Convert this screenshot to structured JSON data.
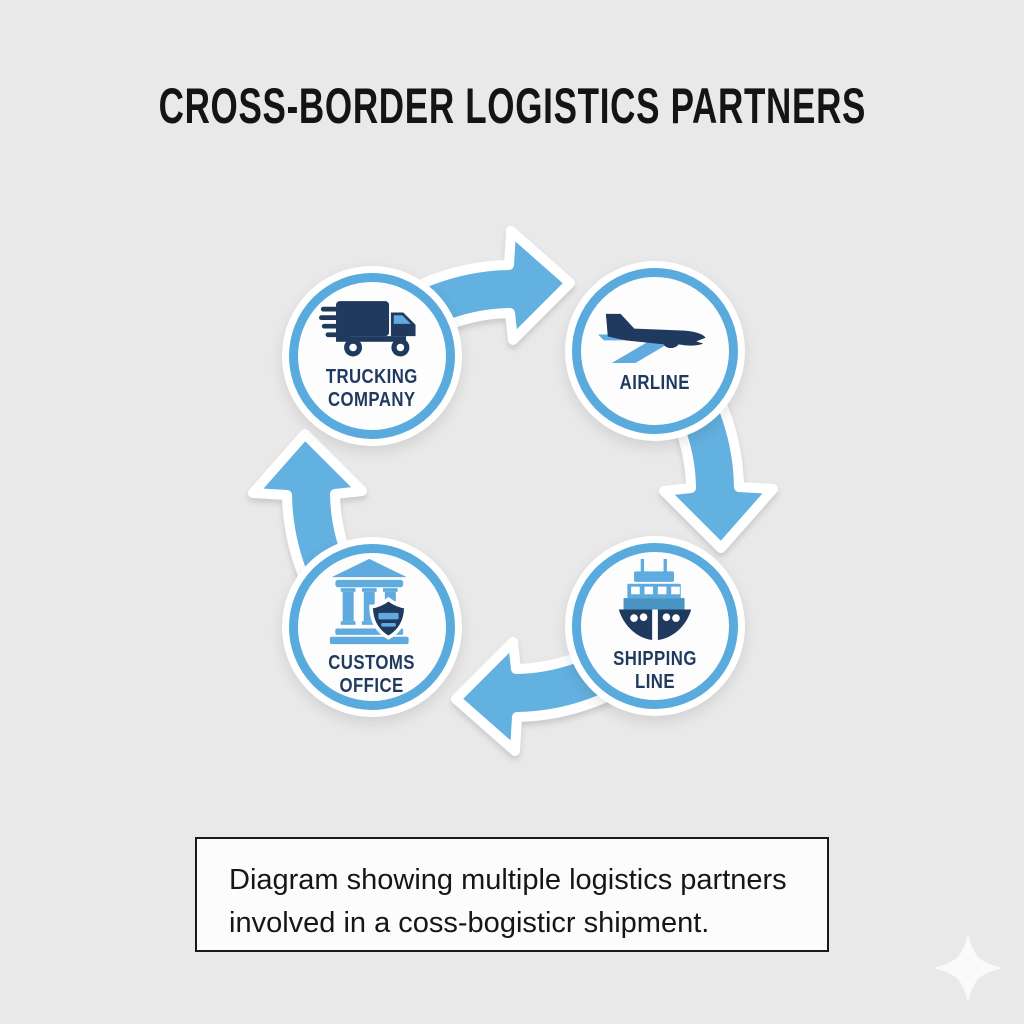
{
  "title": "CROSS-BORDER LOGISTICS PARTNERS",
  "nodes": [
    {
      "id": "trucking-company",
      "label": "TRUCKING\nCOMPANY",
      "icon": "truck-icon"
    },
    {
      "id": "airline",
      "label": "AIRLINE",
      "icon": "airplane-icon"
    },
    {
      "id": "shipping-line",
      "label": "SHIPPING LINE",
      "icon": "cargo-ship-icon"
    },
    {
      "id": "customs-office",
      "label": "CUSTOMS\nOFFICE",
      "icon": "bank-shield-icon"
    }
  ],
  "cycle_order": [
    "trucking-company",
    "airline",
    "shipping-line",
    "customs-office"
  ],
  "caption": "Diagram showing multiple logistics partners\ninvolved in a coss-bogisticr shipment.",
  "colors": {
    "bg": "#e9e9e9",
    "blue": "#63b1e0",
    "ring": "#58abdc",
    "navy": "#1f3a5e",
    "light": "#5fabdf",
    "mid": "#4a94c4",
    "ink": "#141414",
    "border": "#1a1a1a"
  }
}
